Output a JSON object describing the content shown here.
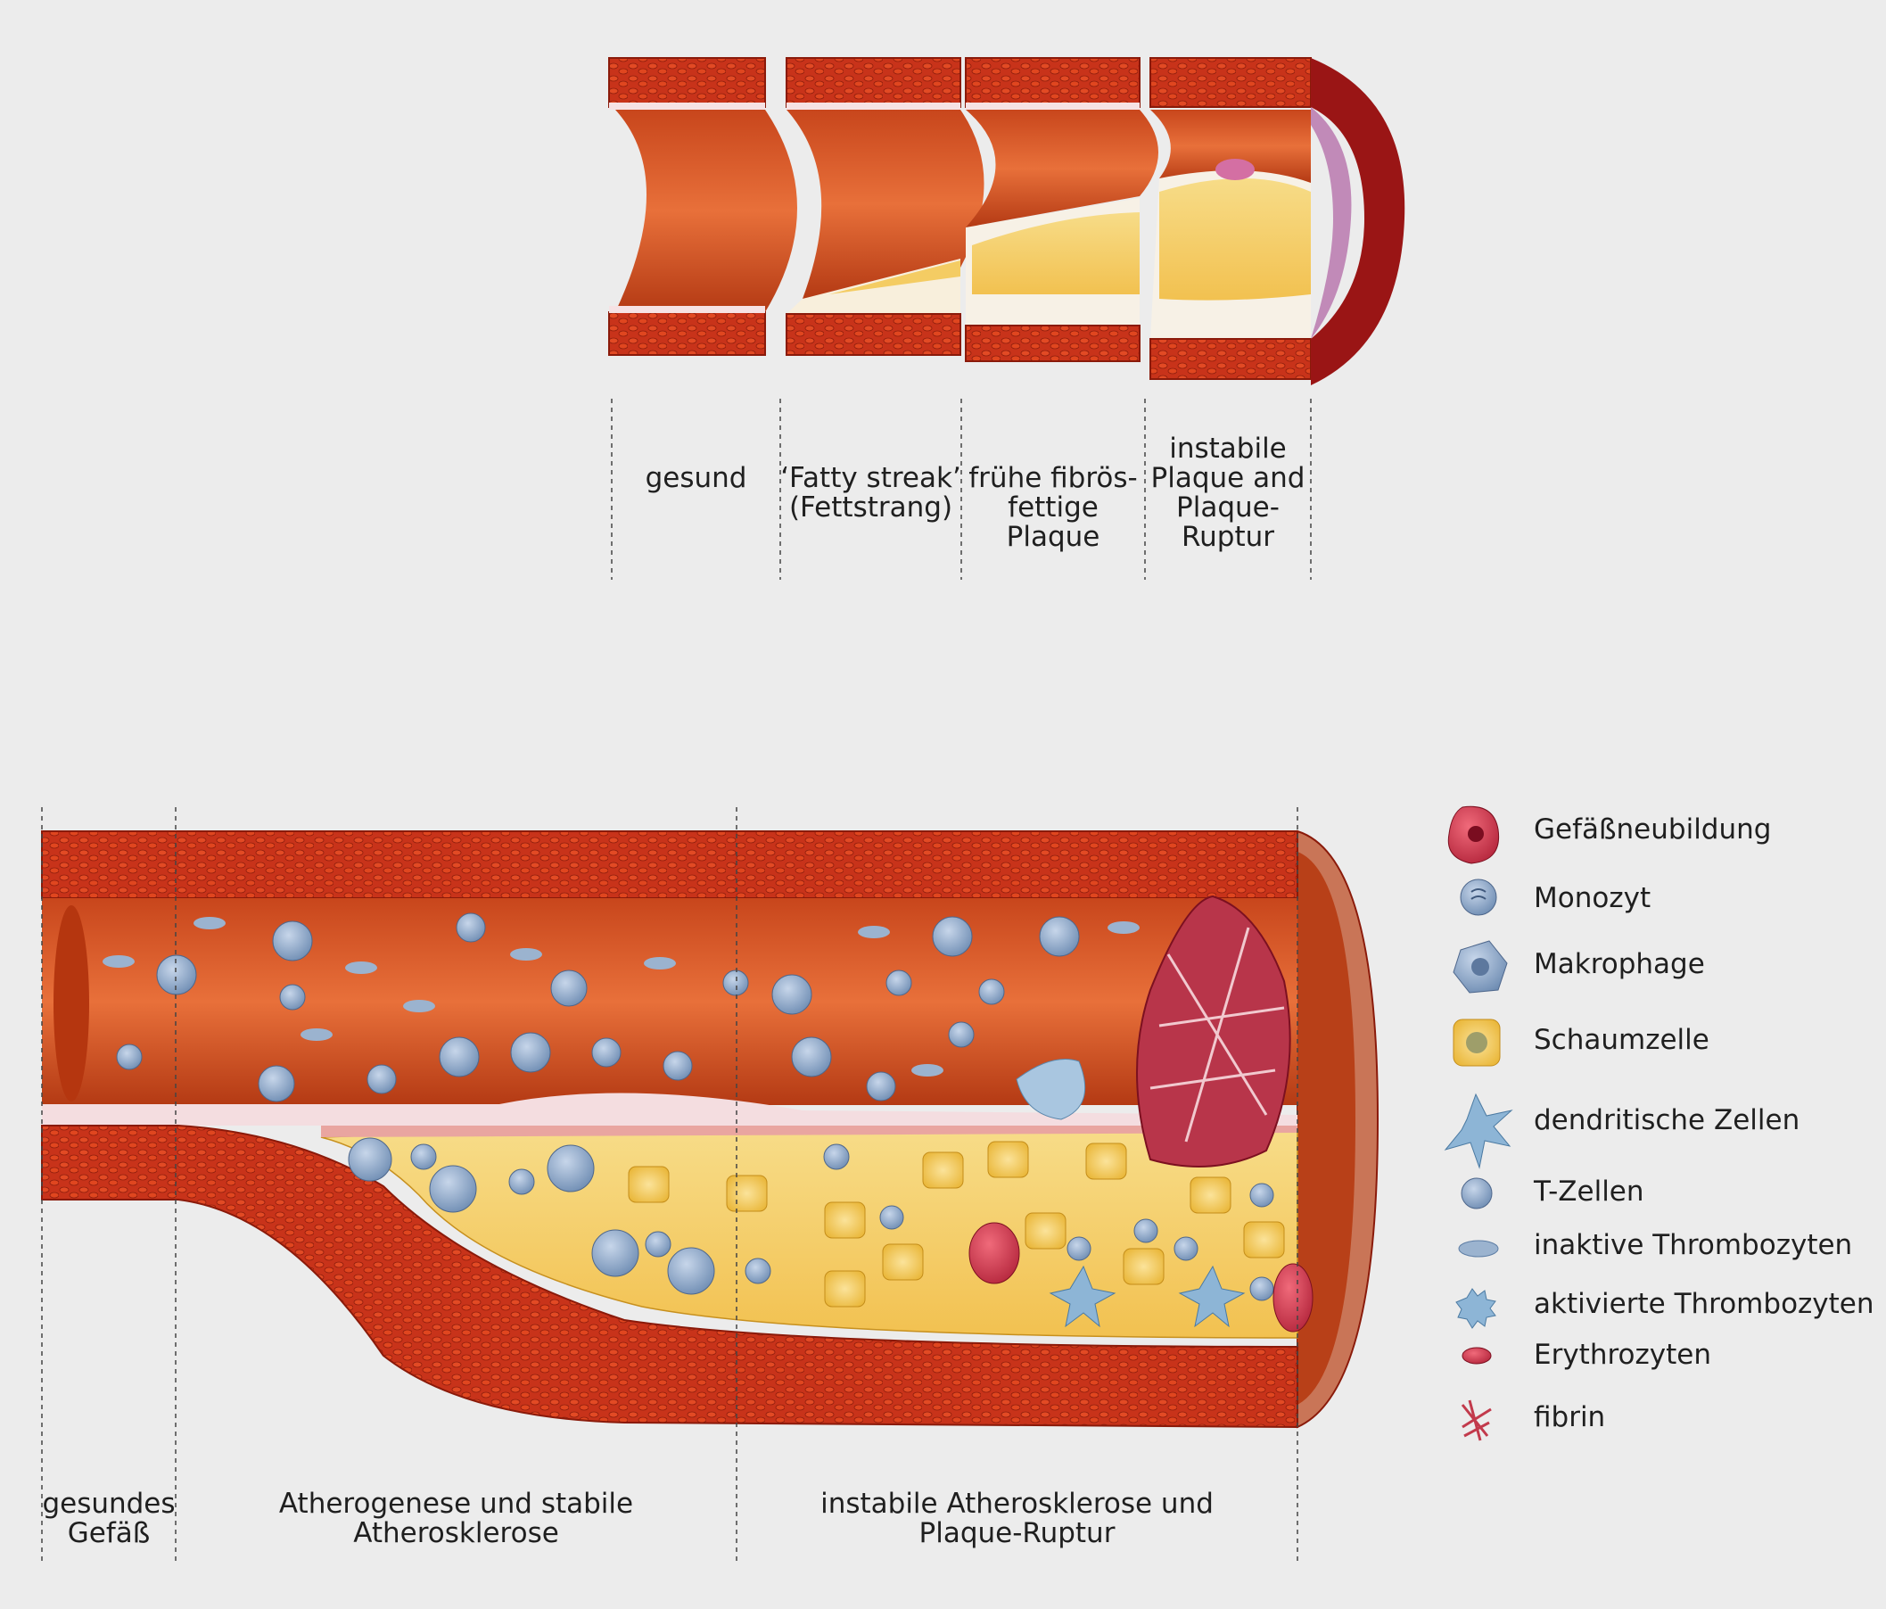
{
  "top_stages": [
    {
      "lines": [
        "gesund"
      ]
    },
    {
      "lines": [
        "‘Fatty streak’",
        "(Fettstrang)"
      ]
    },
    {
      "lines": [
        "frühe fibrös-",
        "fettige",
        "Plaque"
      ]
    },
    {
      "lines": [
        "instabile",
        "Plaque and",
        "Plaque-",
        "Ruptur"
      ]
    }
  ],
  "bottom_stages": [
    {
      "lines": [
        "gesundes",
        "Gefäß"
      ]
    },
    {
      "lines": [
        "Atherogenese und stabile",
        "Atherosklerose"
      ]
    },
    {
      "lines": [
        "instabile Atherosklerose und",
        "Plaque-Ruptur"
      ]
    }
  ],
  "legend": [
    {
      "label": "Gefäßneubildung",
      "icon": "neovessel-icon"
    },
    {
      "label": "Monozyt",
      "icon": "monocyte-icon"
    },
    {
      "label": "Makrophage",
      "icon": "macrophage-icon"
    },
    {
      "label": "Schaumzelle",
      "icon": "foam-cell-icon"
    },
    {
      "label": "dendritische Zellen",
      "icon": "dendritic-cell-icon"
    },
    {
      "label": "T-Zellen",
      "icon": "t-cell-icon"
    },
    {
      "label": "inaktive Thrombozyten",
      "icon": "inactive-platelet-icon"
    },
    {
      "label": "aktivierte Thrombozyten",
      "icon": "activated-platelet-icon"
    },
    {
      "label": "Erythrozyten",
      "icon": "erythrocyte-icon"
    },
    {
      "label": "fibrin",
      "icon": "fibrin-icon"
    }
  ],
  "colors": {
    "background": "#ececec",
    "vessel_wall": "#c9351a",
    "lumen": "#d9531f",
    "plaque": "#f5cf6a",
    "cell_blue": "#8aa4c4",
    "clot": "#b8354a"
  }
}
